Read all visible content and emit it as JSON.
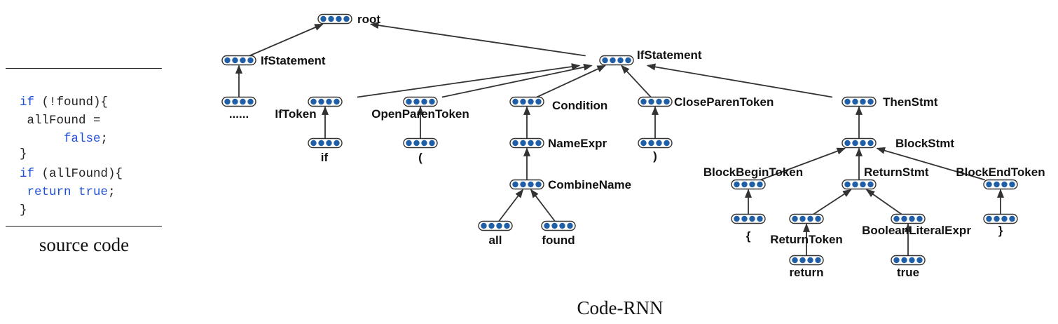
{
  "source_code": {
    "lines": [
      [
        {
          "t": "if",
          "kw": true
        },
        {
          "t": " (!found){"
        }
      ],
      [
        {
          "t": " allFound ="
        }
      ],
      [
        {
          "t": "      "
        },
        {
          "t": "false",
          "kw": true
        },
        {
          "t": ";"
        }
      ],
      [
        {
          "t": "}"
        }
      ],
      [
        {
          "t": "if",
          "kw": true
        },
        {
          "t": " (allFound){"
        }
      ],
      [
        {
          "t": " "
        },
        {
          "t": "return",
          "kw": true
        },
        {
          "t": " "
        },
        {
          "t": "true",
          "kw": true
        },
        {
          "t": ";"
        }
      ],
      [
        {
          "t": "}"
        }
      ]
    ],
    "caption": "source code"
  },
  "tree": {
    "caption": "Code-RNN",
    "node_color": "#1f5fa8",
    "edge_color": "#333333",
    "nodes": [
      {
        "id": "root",
        "label": "root"
      },
      {
        "id": "if1",
        "label": "IfStatement"
      },
      {
        "id": "dots",
        "label": "......"
      },
      {
        "id": "if2",
        "label": "IfStatement"
      },
      {
        "id": "iftok",
        "label": "IfToken"
      },
      {
        "id": "if_leaf",
        "label": "if"
      },
      {
        "id": "openp",
        "label": "OpenParenToken"
      },
      {
        "id": "openp_leaf",
        "label": "("
      },
      {
        "id": "cond",
        "label": "Condition"
      },
      {
        "id": "nameexpr",
        "label": "NameExpr"
      },
      {
        "id": "combine",
        "label": "CombineName"
      },
      {
        "id": "all",
        "label": "all"
      },
      {
        "id": "found",
        "label": "found"
      },
      {
        "id": "closep",
        "label": "CloseParenToken"
      },
      {
        "id": "closep_leaf",
        "label": ")"
      },
      {
        "id": "then",
        "label": "ThenStmt"
      },
      {
        "id": "block",
        "label": "BlockStmt"
      },
      {
        "id": "bbegin",
        "label": "BlockBeginToken"
      },
      {
        "id": "lbrace",
        "label": "{"
      },
      {
        "id": "retstmt",
        "label": "ReturnStmt"
      },
      {
        "id": "rettok",
        "label": "ReturnToken"
      },
      {
        "id": "return_leaf",
        "label": "return"
      },
      {
        "id": "boollit",
        "label": "BooleanLiteralExpr"
      },
      {
        "id": "true_leaf",
        "label": "true"
      },
      {
        "id": "bend",
        "label": "BlockEndToken"
      },
      {
        "id": "rbrace",
        "label": "}"
      }
    ],
    "edges": [
      [
        "if1",
        "root"
      ],
      [
        "if2",
        "root"
      ],
      [
        "dots",
        "if1"
      ],
      [
        "iftok",
        "if2"
      ],
      [
        "openp",
        "if2"
      ],
      [
        "cond",
        "if2"
      ],
      [
        "closep",
        "if2"
      ],
      [
        "then",
        "if2"
      ],
      [
        "if_leaf",
        "iftok"
      ],
      [
        "openp_leaf",
        "openp"
      ],
      [
        "nameexpr",
        "cond"
      ],
      [
        "combine",
        "nameexpr"
      ],
      [
        "all",
        "combine"
      ],
      [
        "found",
        "combine"
      ],
      [
        "closep_leaf",
        "closep"
      ],
      [
        "block",
        "then"
      ],
      [
        "bbegin",
        "block"
      ],
      [
        "retstmt",
        "block"
      ],
      [
        "bend",
        "block"
      ],
      [
        "lbrace",
        "bbegin"
      ],
      [
        "rettok",
        "retstmt"
      ],
      [
        "boollit",
        "retstmt"
      ],
      [
        "return_leaf",
        "rettok"
      ],
      [
        "true_leaf",
        "boollit"
      ],
      [
        "rbrace",
        "bend"
      ]
    ]
  }
}
